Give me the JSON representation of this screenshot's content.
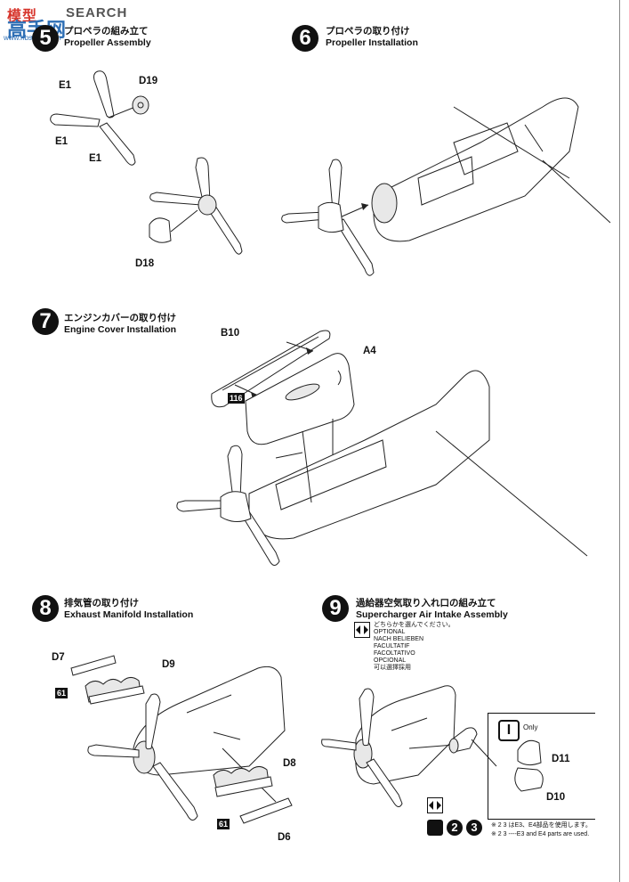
{
  "watermark": {
    "brand_cn": "模型",
    "brand_en": "SEARCH",
    "site_cn": "高手网",
    "url": "www.hbsgmx.com"
  },
  "steps": [
    {
      "num": "5",
      "jp": "プロペラの組み立て",
      "en": "Propeller Assembly"
    },
    {
      "num": "6",
      "jp": "プロペラの取り付け",
      "en": "Propeller Installation"
    },
    {
      "num": "7",
      "jp": "エンジンカバーの取り付け",
      "en": "Engine Cover Installation"
    },
    {
      "num": "8",
      "jp": "排気管の取り付け",
      "en": "Exhaust Manifold Installation"
    },
    {
      "num": "9",
      "jp": "過給器空気取り入れ口の組み立て",
      "en": "Supercharger Air Intake Assembly"
    }
  ],
  "parts": {
    "e1a": "E1",
    "e1b": "E1",
    "e1c": "E1",
    "d19": "D19",
    "d18": "D18",
    "b10": "B10",
    "a4": "A4",
    "d7": "D7",
    "d9": "D9",
    "d8": "D8",
    "d6": "D6",
    "d11": "D11",
    "d10": "D10"
  },
  "badges": {
    "b116": "116",
    "b61a": "61",
    "b61b": "61"
  },
  "optional": [
    "どちらかを選んでください。",
    "OPTIONAL",
    "NACH BELIEBEN",
    "FACULTATIF",
    "FACOLTATIVO",
    "OPCIONAL",
    "可以選擇採用"
  ],
  "only_label": "Only",
  "version_icons": [
    "2",
    "3"
  ],
  "notes": {
    "jp": "※ 2 3 はE3、E4部品を使用します。",
    "en": "※ 2 3 ----E3 and E4 parts are used."
  }
}
